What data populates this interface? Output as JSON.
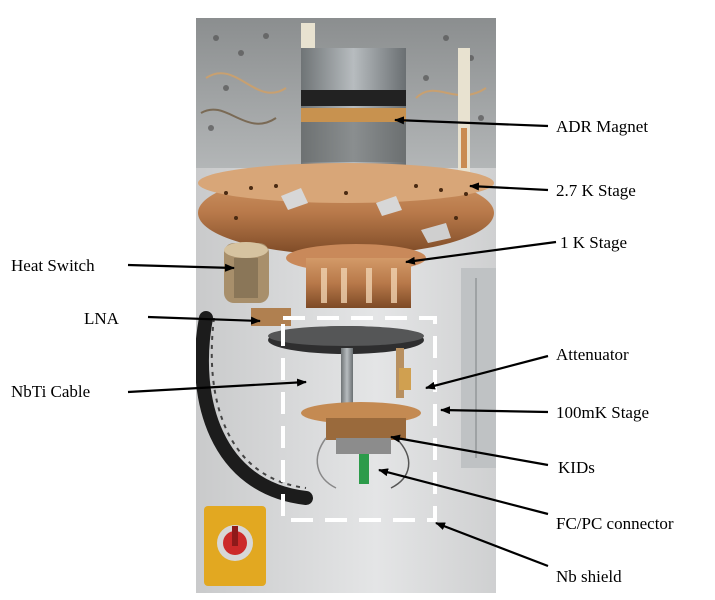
{
  "labels": {
    "adr_magnet": "ADR Magnet",
    "stage_2_7k": "2.7 K Stage",
    "stage_1k": "1 K Stage",
    "heat_switch": "Heat Switch",
    "lna": "LNA",
    "attenuator": "Attenuator",
    "nbti_cable": "NbTi Cable",
    "stage_100mk": "100mK Stage",
    "kids": "KIDs",
    "fc_pc_connector": "FC/PC connector",
    "nb_shield": "Nb shield"
  },
  "colors": {
    "copper": "#b8794a",
    "copper_dark": "#8a5530",
    "steel": "#9aa0a3",
    "cable": "#1c1c1c",
    "wall": "#d9dadb",
    "shield_outline": "#ffffff"
  }
}
